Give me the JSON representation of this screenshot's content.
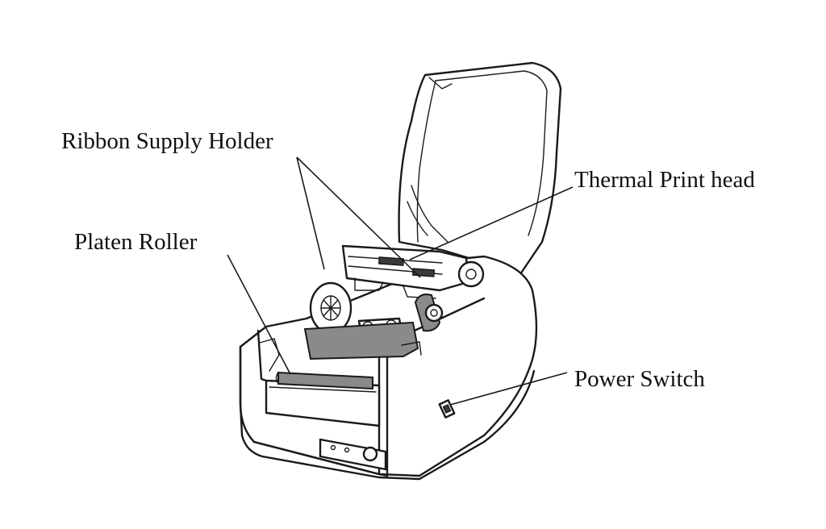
{
  "labels": {
    "ribbon_supply_holder": "Ribbon Supply Holder",
    "thermal_print_head": "Thermal Print head",
    "platen_roller": "Platen Roller",
    "power_switch": "Power Switch"
  },
  "colors": {
    "line": "#1a1a1a",
    "ribbon_grey": "#8a8a8a",
    "background": "#ffffff"
  }
}
